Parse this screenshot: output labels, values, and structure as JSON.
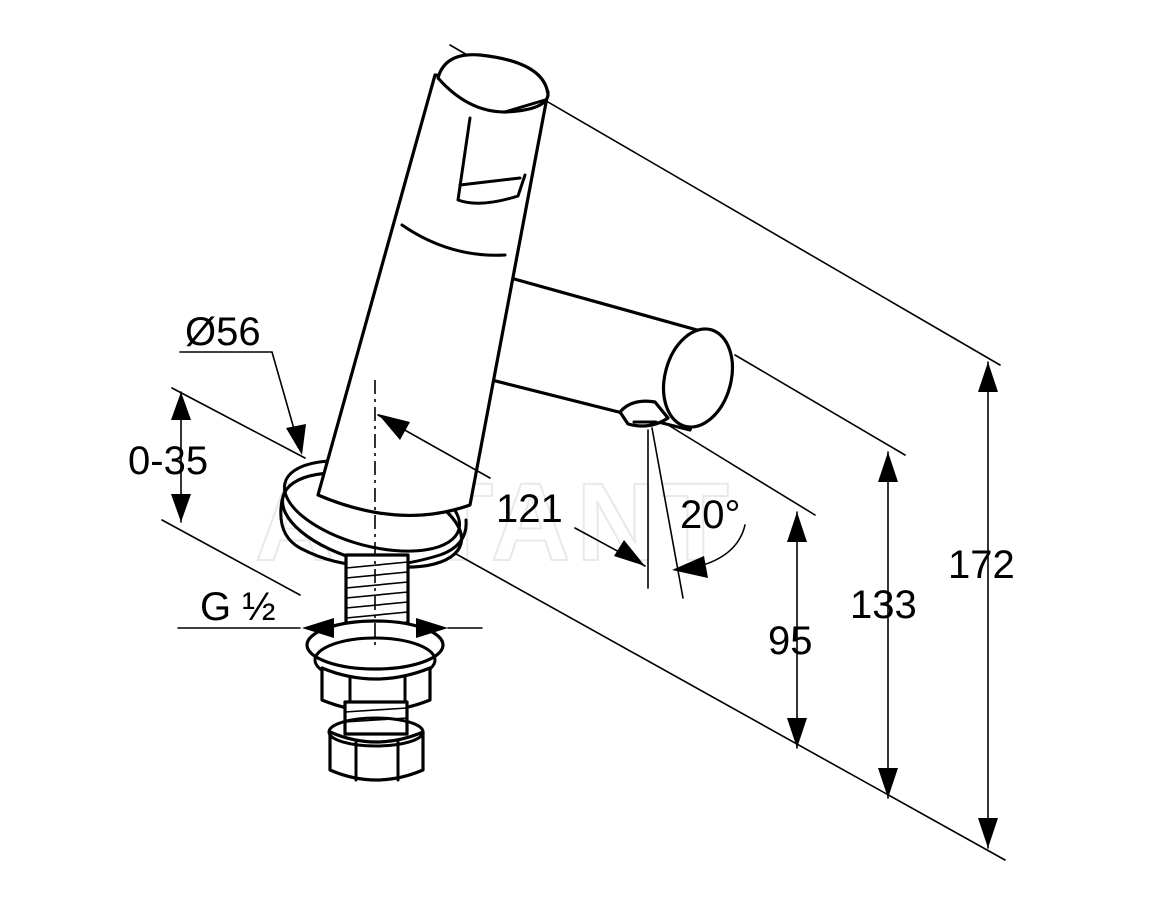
{
  "dimensions": {
    "diameter": "Ø56",
    "deck_range": "0-35",
    "thread": "G ½",
    "reach": "121",
    "angle": "20°",
    "spout_height": "95",
    "outlet_height": "133",
    "total_height": "172"
  },
  "watermark": "ARTANT"
}
